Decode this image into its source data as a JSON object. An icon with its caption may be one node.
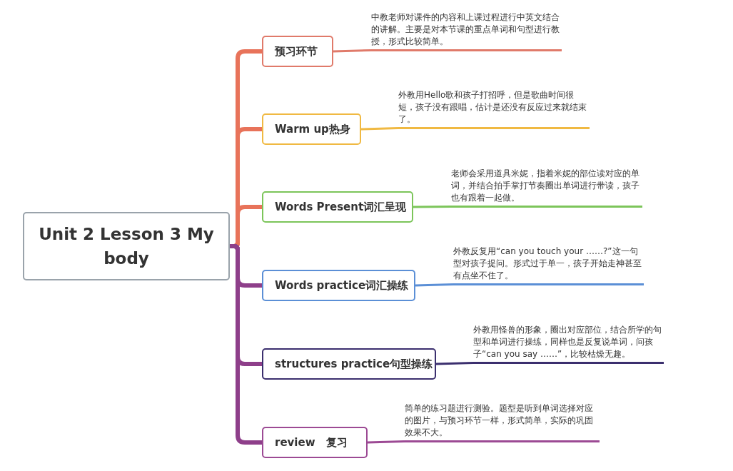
{
  "diagram": {
    "nodes": [
      {
        "text": [
          "Unit 2 Lesson 3 My body"
        ]
      },
      {
        "text": [
          "预习环节"
        ]
      },
      {
        "text": [
          "Warm up热身"
        ]
      },
      {
        "text": [
          "Words Present词汇呈现"
        ]
      },
      {
        "text": [
          "Words practice词汇操练"
        ]
      },
      {
        "text": [
          "structures practice句型操练"
        ]
      },
      {
        "text": [
          "review　复习"
        ]
      },
      {
        "text": [
          "中教老师对课件的内容和上课过程进行中英文结合的讲解。主要是对本节课的重点单词和句型进行教授，形式比较简单。"
        ]
      },
      {
        "text": [
          "外教用Hello歌和孩子打招呼，但是歌曲时间很短，孩子没有跟唱，估计是还没有反应过来就结束了。"
        ]
      },
      {
        "text": [
          "老师会采用道具米妮，指着米妮的部位读对应的单词，并结合拍手掌打节奏圈出单词进行带读，孩子也有跟着一起做。"
        ]
      },
      {
        "text": [
          "外教反复用“can you touch your ……?”这一句型对孩子提问。形式过于单一，孩子开始走神甚至有点坐不住了。"
        ]
      },
      {
        "text": [
          "外教用怪兽的形象，圈出对应部位，结合所学的句型和单词进行操练，同样也是反复说单词，问孩子“can you say ……”，比较枯燥无趣。"
        ]
      },
      {
        "text": [
          "简单的练习题进行测验。题型是听到单词选择对应的图片，与预习环节一样，形式简单，实际的巩固效果不大。"
        ]
      }
    ],
    "edges": [
      {
        "from": 0,
        "to": 1,
        "arrow": "none",
        "style": "thick",
        "color": "#e8735a"
      },
      {
        "from": 0,
        "to": 2,
        "arrow": "none",
        "style": "thick",
        "color": "#e8735a"
      },
      {
        "from": 0,
        "to": 3,
        "arrow": "none",
        "style": "thick",
        "color": "#e8735a"
      },
      {
        "from": 0,
        "to": 4,
        "arrow": "none",
        "style": "thick",
        "color": "#8e3f8a"
      },
      {
        "from": 0,
        "to": 5,
        "arrow": "none",
        "style": "thick",
        "color": "#8e3f8a"
      },
      {
        "from": 0,
        "to": 6,
        "arrow": "none",
        "style": "thick",
        "color": "#8e3f8a"
      },
      {
        "from": 1,
        "to": 7,
        "arrow": "none",
        "color": "#e07a6a"
      },
      {
        "from": 2,
        "to": 8,
        "arrow": "none",
        "color": "#f0b942"
      },
      {
        "from": 3,
        "to": 9,
        "arrow": "none",
        "color": "#7cc55a"
      },
      {
        "from": 4,
        "to": 10,
        "arrow": "none",
        "color": "#5b8fd6"
      },
      {
        "from": 5,
        "to": 11,
        "arrow": "none",
        "color": "#3b2f6e"
      },
      {
        "from": 6,
        "to": 12,
        "arrow": "none",
        "color": "#9c4a94"
      }
    ]
  }
}
